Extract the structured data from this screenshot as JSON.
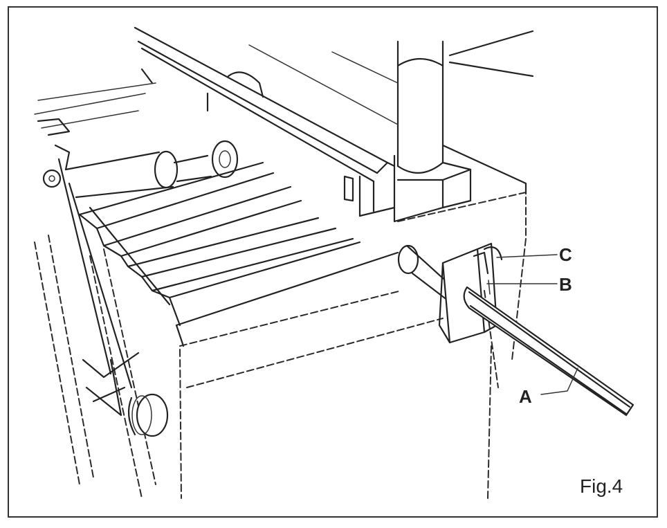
{
  "figure": {
    "label": "Fig.4",
    "callouts": [
      {
        "id": "A",
        "text": "A"
      },
      {
        "id": "B",
        "text": "B"
      },
      {
        "id": "C",
        "text": "C"
      }
    ]
  }
}
